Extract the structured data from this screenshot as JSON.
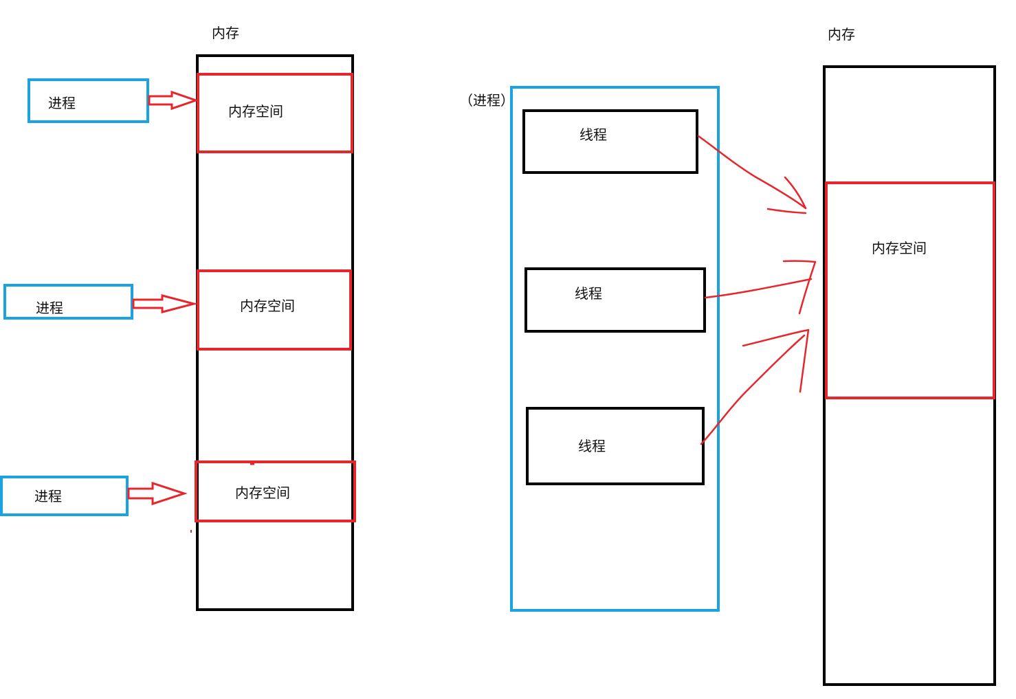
{
  "left": {
    "memory_label": "内存",
    "processes": [
      {
        "label": "进程",
        "memory_label": "内存空间"
      },
      {
        "label": "进程",
        "memory_label": "内存空间"
      },
      {
        "label": "进程",
        "memory_label": "内存空间"
      }
    ]
  },
  "right": {
    "process_label": "（进程）",
    "threads": [
      {
        "label": "线程"
      },
      {
        "label": "线程"
      },
      {
        "label": "线程"
      }
    ],
    "memory_label": "内存",
    "memory_space_label": "内存空间"
  },
  "colors": {
    "memory_border": "#000000",
    "memory_space_border": "#e8252b",
    "process_border": "#1aa3e0",
    "arrow": "#e8252b"
  }
}
